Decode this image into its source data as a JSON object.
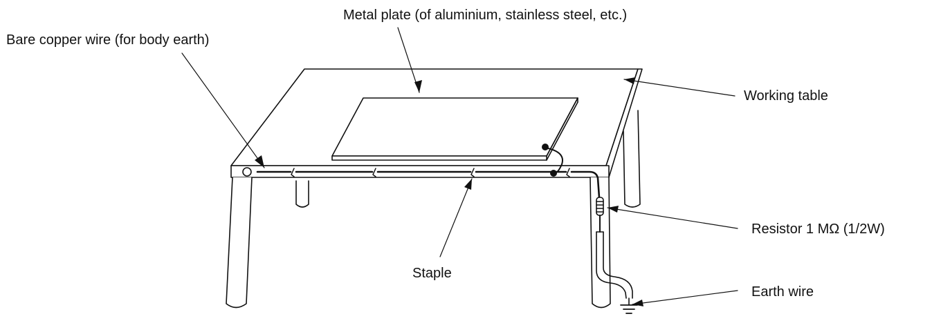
{
  "labels": {
    "metal_plate": "Metal plate (of aluminium, stainless steel, etc.)",
    "bare_copper_wire": "Bare copper wire (for body earth)",
    "working_table": "Working table",
    "resistor": "Resistor 1 MΩ (1/2W)",
    "staple": "Staple",
    "earth_wire": "Earth wire"
  },
  "colors": {
    "ink": "#111111",
    "paper": "#ffffff"
  }
}
